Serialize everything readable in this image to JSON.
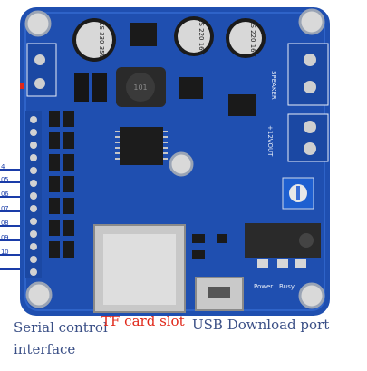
{
  "image": {
    "subject": "blue MP3 voice module circuit board",
    "colors": {
      "pcb": "#1f4fb0",
      "pcb_dark": "#173e91",
      "silk": "#e8eef8",
      "capacitor": "#1a1a1a",
      "pad": "#c9c9c9"
    }
  },
  "board_silk": {
    "cap1": "CS 330 35V",
    "cap2": "CS 220 16V",
    "cap3": "CS 220 16V",
    "speaker": "SPEAKER",
    "v12": "+12VOUT",
    "power": "Power",
    "busy": "Busy",
    "inductor": "101"
  },
  "pin_labels": [
    "4",
    "05",
    "06",
    "07",
    "08",
    "09",
    "10"
  ],
  "captions": {
    "serial": "Serial control interface",
    "tf": "TF card slot",
    "usb": "USB Download port"
  }
}
